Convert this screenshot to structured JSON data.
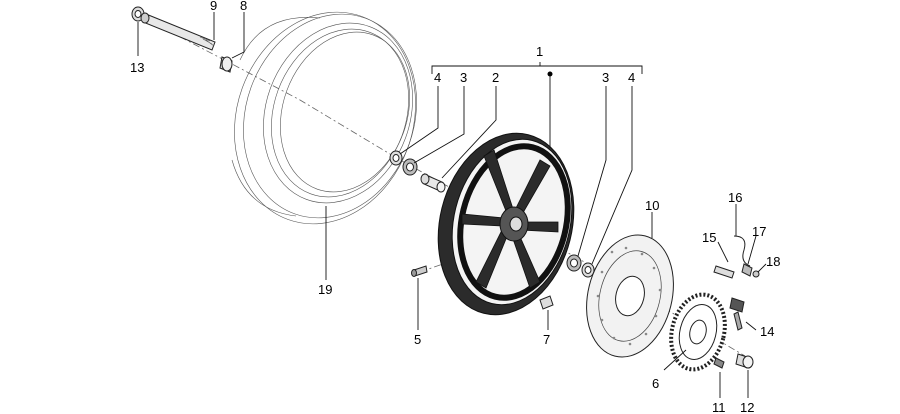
{
  "diagram": {
    "type": "exploded-parts-view",
    "callouts": {
      "c1": "1",
      "c2": "2",
      "c3a": "3",
      "c3b": "3",
      "c4a": "4",
      "c4b": "4",
      "c5": "5",
      "c6": "6",
      "c7": "7",
      "c8": "8",
      "c9": "9",
      "c10": "10",
      "c11": "11",
      "c12": "12",
      "c13": "13",
      "c14": "14",
      "c15": "15",
      "c16": "16",
      "c17": "17",
      "c18": "18",
      "c19": "19"
    }
  }
}
